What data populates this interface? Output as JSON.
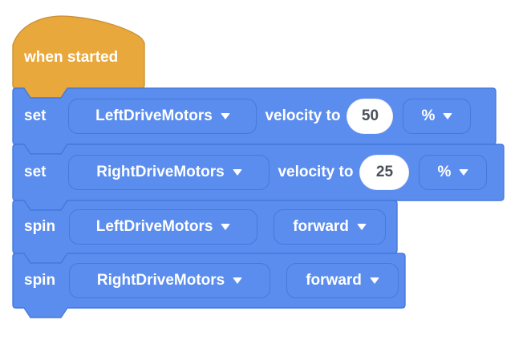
{
  "workspace": {
    "background": "#FFFFFF",
    "description": "VEXcode blocks programming workspace"
  },
  "colors": {
    "block_blue": "#5B8DEE",
    "block_blue_border": "#4579DB",
    "hat_yellow": "#E9A83C",
    "hat_yellow_border": "#CC9136",
    "block_text": "#FFFFFF",
    "value_text": "#49505A",
    "value_background": "#FFFFFF"
  },
  "icons": {
    "chevron_down": "▼"
  },
  "blocks": {
    "when_started": {
      "label": "when started"
    },
    "set_left_velocity": {
      "keyword": "set",
      "motor": "LeftDriveMotors",
      "label": "velocity to",
      "value": "50",
      "unit": "%"
    },
    "set_right_velocity": {
      "keyword": "set",
      "motor": "RightDriveMotors",
      "label": "velocity to",
      "value": "25",
      "unit": "%"
    },
    "spin_left": {
      "keyword": "spin",
      "motor": "LeftDriveMotors",
      "direction": "forward"
    },
    "spin_right": {
      "keyword": "spin",
      "motor": "RightDriveMotors",
      "direction": "forward"
    }
  }
}
